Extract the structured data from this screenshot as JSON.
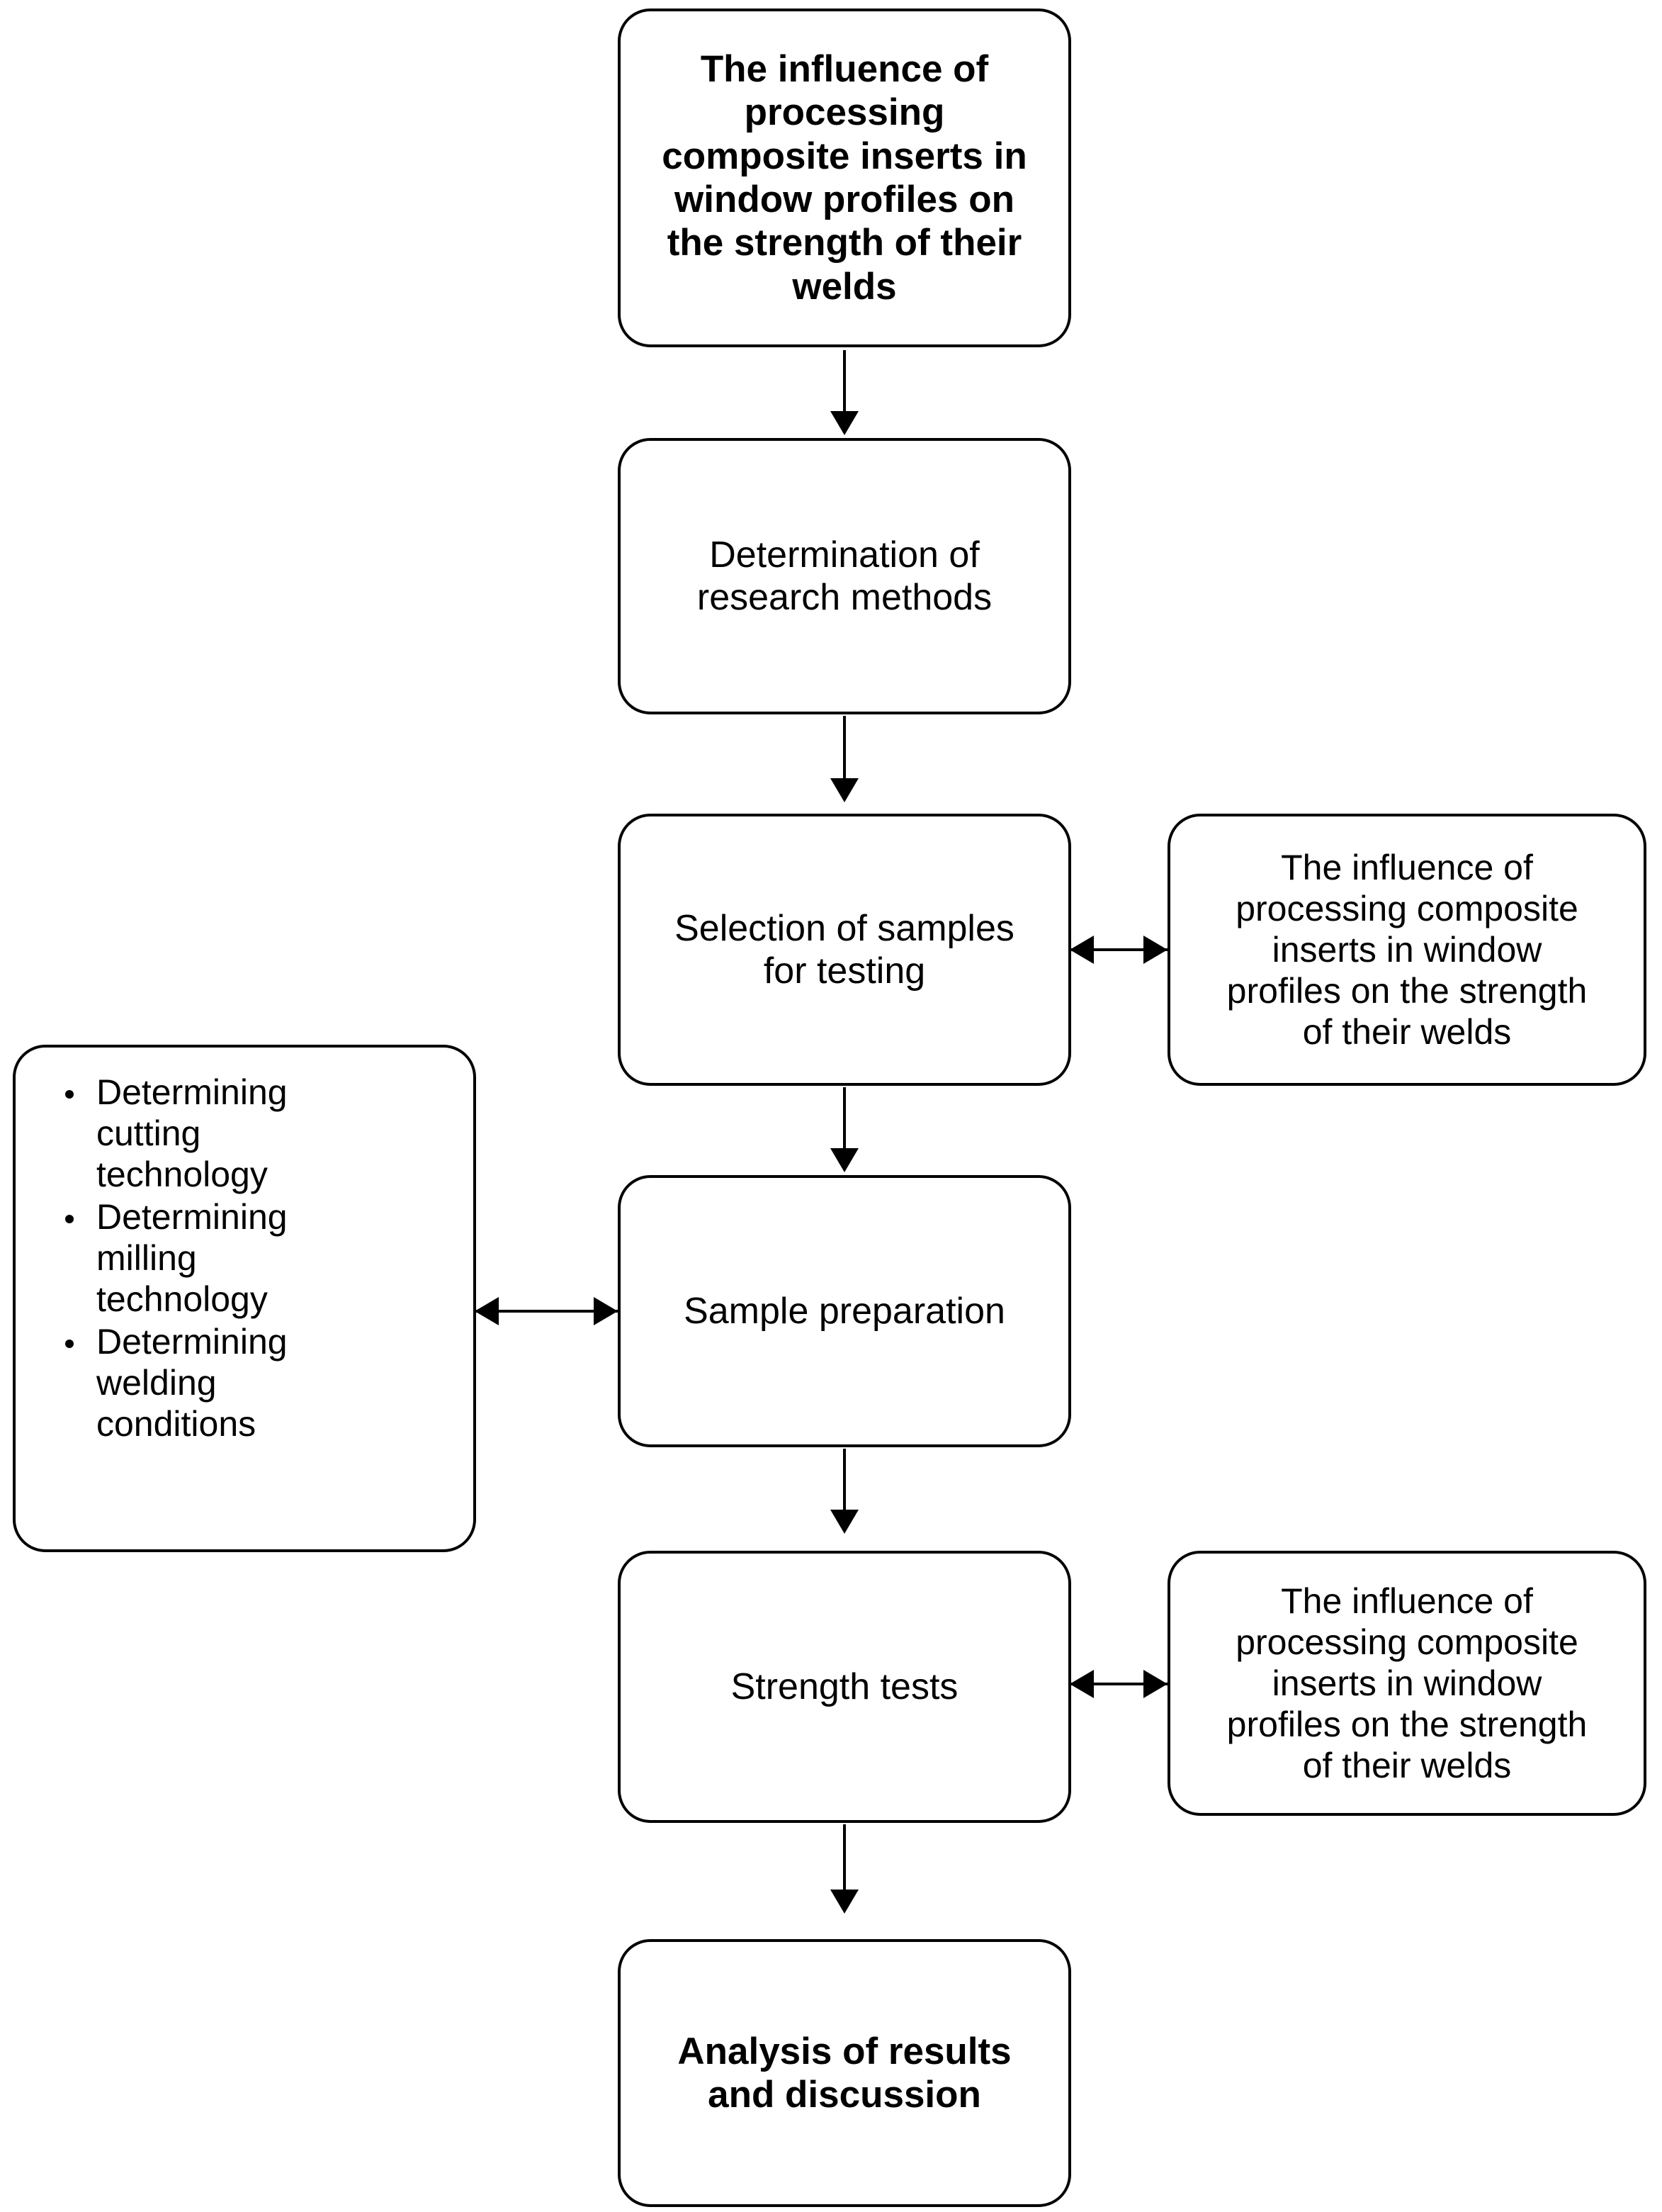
{
  "diagram": {
    "type": "flowchart",
    "orientation": "vertical",
    "line_color": "#000000",
    "box_fill": "#ffffff",
    "nodes": {
      "title": {
        "label": "The influence of\nprocessing\ncomposite inserts in\nwindow profiles on\nthe strength of their\nwelds",
        "emphasis": "bold"
      },
      "methods": {
        "label": "Determination of\nresearch methods",
        "emphasis": "normal"
      },
      "selection": {
        "label": "Selection of samples\nfor testing",
        "emphasis": "normal"
      },
      "sample_preparation": {
        "label": "Sample preparation",
        "emphasis": "normal"
      },
      "strength_tests": {
        "label": "Strength tests",
        "emphasis": "normal"
      },
      "analysis": {
        "label": "Analysis of results\nand discussion",
        "emphasis": "bold"
      },
      "annotation_top": {
        "label": "The influence of\nprocessing composite\ninserts in window\nprofiles on the strength\nof their welds",
        "emphasis": "normal"
      },
      "annotation_bottom": {
        "label": "The influence of\nprocessing composite\ninserts in window\nprofiles on the strength\nof their welds",
        "emphasis": "normal"
      },
      "bullets": {
        "items": [
          "Determining\ncutting\ntechnology",
          "Determining\nmilling\ntechnology",
          "Determining\nwelding\nconditions"
        ]
      }
    },
    "edges": [
      {
        "from": "title",
        "to": "methods",
        "style": "arrow-down"
      },
      {
        "from": "methods",
        "to": "selection",
        "style": "arrow-down"
      },
      {
        "from": "selection",
        "to": "sample_preparation",
        "style": "arrow-down"
      },
      {
        "from": "sample_preparation",
        "to": "strength_tests",
        "style": "arrow-down"
      },
      {
        "from": "strength_tests",
        "to": "analysis",
        "style": "arrow-down"
      },
      {
        "from": "selection",
        "to": "annotation_top",
        "style": "double-arrow-horizontal"
      },
      {
        "from": "bullets",
        "to": "sample_preparation",
        "style": "double-arrow-horizontal"
      },
      {
        "from": "strength_tests",
        "to": "annotation_bottom",
        "style": "double-arrow-horizontal"
      }
    ]
  }
}
